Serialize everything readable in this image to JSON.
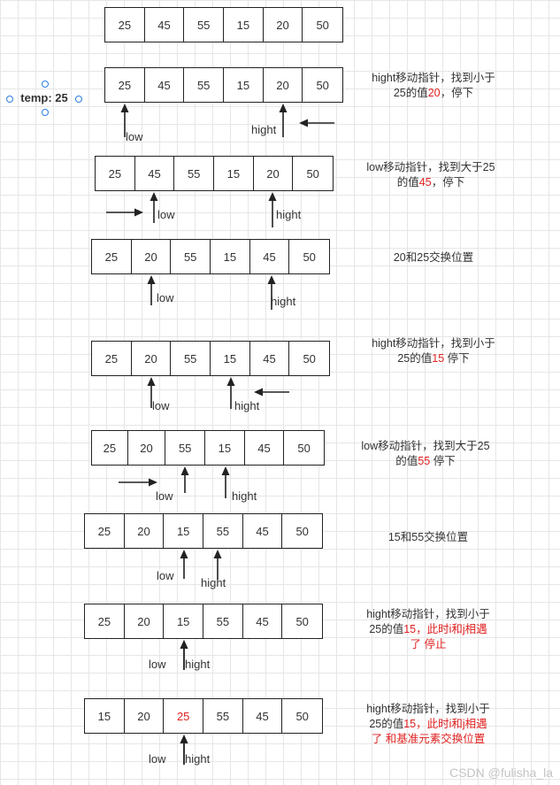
{
  "temp_label": "temp: 25",
  "rows": [
    {
      "cells": [
        "25",
        "45",
        "55",
        "15",
        "20",
        "50"
      ],
      "red": [],
      "labels": [],
      "note": []
    },
    {
      "cells": [
        "25",
        "45",
        "55",
        "15",
        "20",
        "50"
      ],
      "red": [],
      "labels": [
        "low",
        "hight"
      ],
      "note": [
        [
          {
            "t": "hight移动指针，找到小于"
          }
        ],
        [
          {
            "t": "25的值"
          },
          {
            "t": "20",
            "red": true
          },
          {
            "t": "，停下"
          }
        ]
      ]
    },
    {
      "cells": [
        "25",
        "45",
        "55",
        "15",
        "20",
        "50"
      ],
      "red": [],
      "labels": [
        "low",
        "hight"
      ],
      "note": [
        [
          {
            "t": "low移动指针，找到大于25"
          }
        ],
        [
          {
            "t": "的值"
          },
          {
            "t": "45",
            "red": true
          },
          {
            "t": "，停下"
          }
        ]
      ]
    },
    {
      "cells": [
        "25",
        "20",
        "55",
        "15",
        "45",
        "50"
      ],
      "red": [],
      "labels": [
        "low",
        "hight"
      ],
      "note": [
        [
          {
            "t": "20和25交换位置"
          }
        ]
      ]
    },
    {
      "cells": [
        "25",
        "20",
        "55",
        "15",
        "45",
        "50"
      ],
      "red": [],
      "labels": [
        "low",
        "hight"
      ],
      "note": [
        [
          {
            "t": "hight移动指针，找到小于"
          }
        ],
        [
          {
            "t": "25的值"
          },
          {
            "t": "15",
            "red": true
          },
          {
            "t": " 停下"
          }
        ]
      ]
    },
    {
      "cells": [
        "25",
        "20",
        "55",
        "15",
        "45",
        "50"
      ],
      "red": [],
      "labels": [
        "low",
        "hight"
      ],
      "note": [
        [
          {
            "t": "low移动指针，找到大于25"
          }
        ],
        [
          {
            "t": "的值"
          },
          {
            "t": "55",
            "red": true
          },
          {
            "t": " 停下"
          }
        ]
      ]
    },
    {
      "cells": [
        "25",
        "20",
        "15",
        "55",
        "45",
        "50"
      ],
      "red": [],
      "labels": [
        "low",
        "hight"
      ],
      "note": [
        [
          {
            "t": "15和55交换位置"
          }
        ]
      ]
    },
    {
      "cells": [
        "25",
        "20",
        "15",
        "55",
        "45",
        "50"
      ],
      "red": [],
      "labels": [
        "low",
        "hight"
      ],
      "note": [
        [
          {
            "t": "hight移动指针，找到小于"
          }
        ],
        [
          {
            "t": "25的值"
          },
          {
            "t": "15，此时i和j相遇",
            "red": true
          }
        ],
        [
          {
            "t": "了 停止",
            "red": true
          }
        ]
      ]
    },
    {
      "cells": [
        "15",
        "20",
        "25",
        "55",
        "45",
        "50"
      ],
      "red": [
        2
      ],
      "labels": [
        "low",
        "hight"
      ],
      "note": [
        [
          {
            "t": "hight移动指针，找到小于"
          }
        ],
        [
          {
            "t": "25的值"
          },
          {
            "t": "15，此时i和j相遇",
            "red": true
          }
        ],
        [
          {
            "t": "了 和基准元素交换位置",
            "red": true
          }
        ]
      ]
    }
  ],
  "watermark": "CSDN @fulisha_la"
}
